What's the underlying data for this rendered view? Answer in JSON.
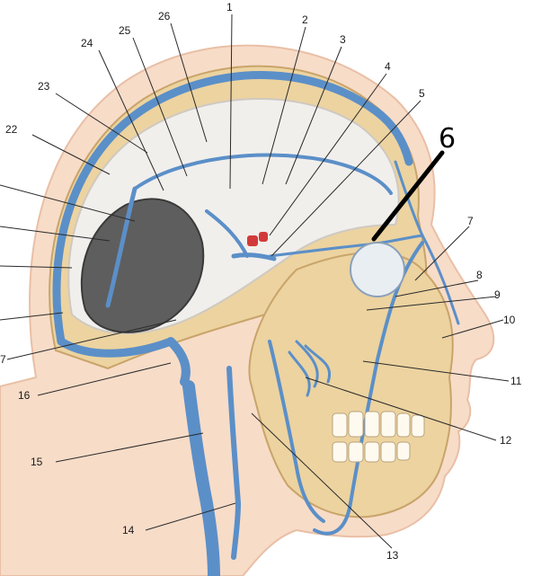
{
  "labels": [
    {
      "id": "1",
      "text": "1"
    },
    {
      "id": "2",
      "text": "2"
    },
    {
      "id": "3",
      "text": "3"
    },
    {
      "id": "4",
      "text": "4"
    },
    {
      "id": "5",
      "text": "5"
    },
    {
      "id": "6",
      "text": "6"
    },
    {
      "id": "7r",
      "text": "7"
    },
    {
      "id": "8",
      "text": "8"
    },
    {
      "id": "9",
      "text": "9"
    },
    {
      "id": "10",
      "text": "10"
    },
    {
      "id": "11",
      "text": "11"
    },
    {
      "id": "12",
      "text": "12"
    },
    {
      "id": "13",
      "text": "13"
    },
    {
      "id": "14",
      "text": "14"
    },
    {
      "id": "15",
      "text": "15"
    },
    {
      "id": "16",
      "text": "16"
    },
    {
      "id": "7l",
      "text": "7"
    },
    {
      "id": "22",
      "text": "22"
    },
    {
      "id": "23",
      "text": "23"
    },
    {
      "id": "24",
      "text": "24"
    },
    {
      "id": "25",
      "text": "25"
    },
    {
      "id": "26",
      "text": "26"
    }
  ],
  "colors": {
    "skin": "#f7dcc8",
    "skin_edge": "#e9bfa6",
    "bone": "#ecd3a0",
    "bone_dark": "#c9a46a",
    "brain": "#f1efec",
    "vein": "#5b8fc8",
    "artery": "#d23a3a"
  }
}
